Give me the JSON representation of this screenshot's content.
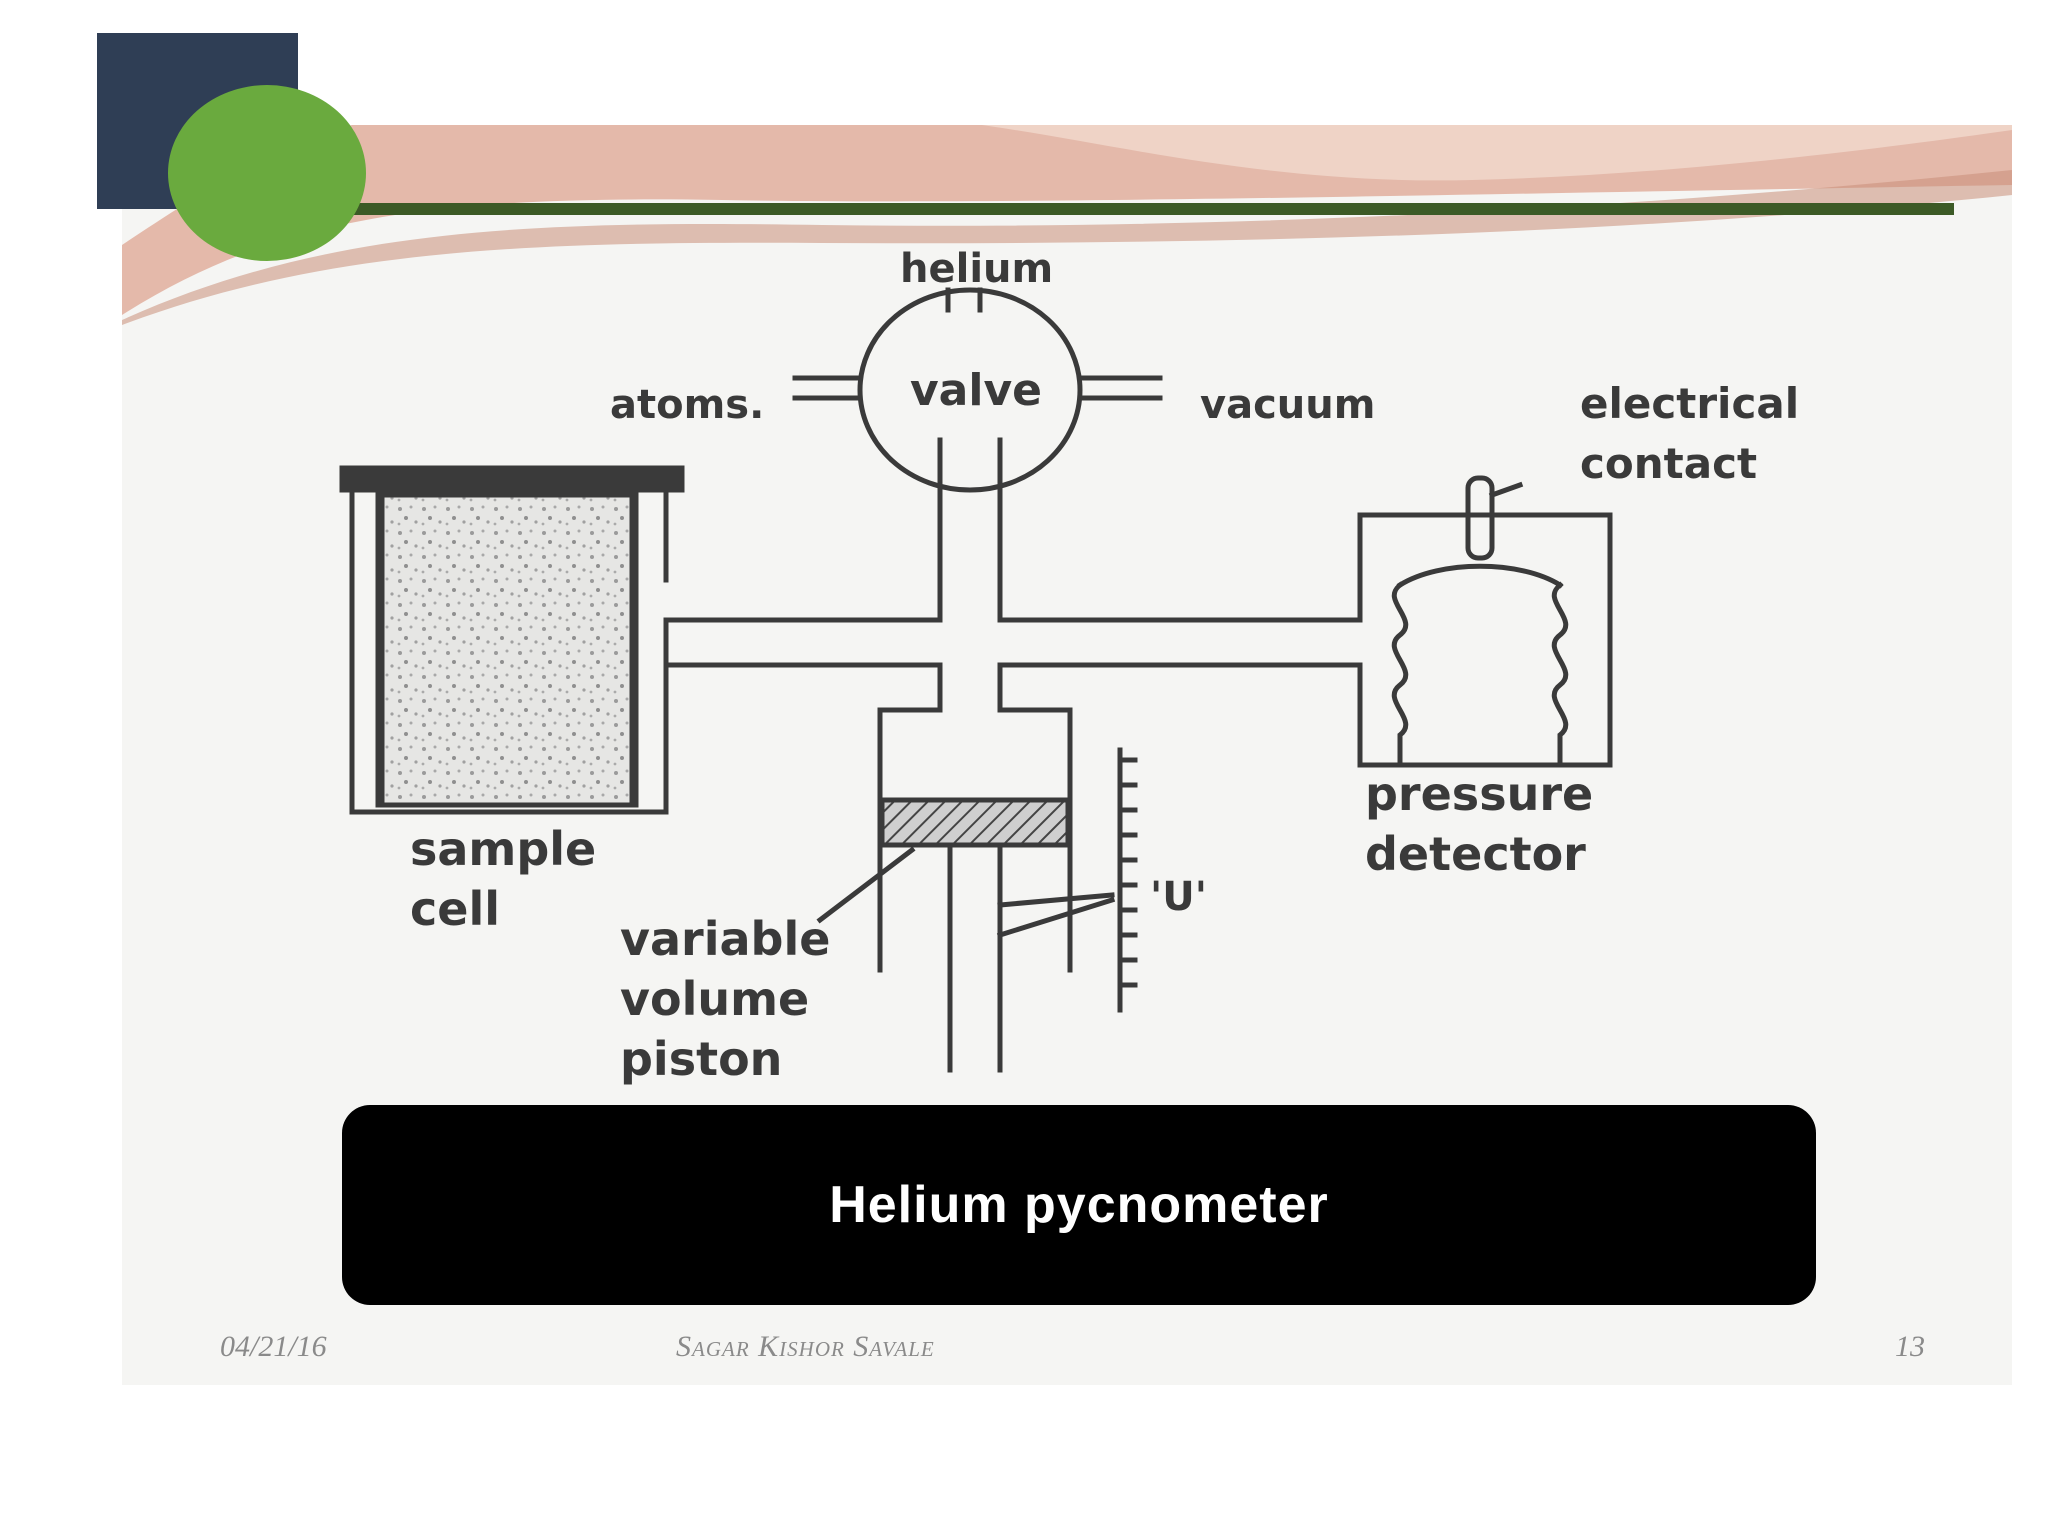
{
  "slide": {
    "date": "04/21/16",
    "author": "Sagar Kishor Savale",
    "page_number": "13"
  },
  "diagram": {
    "labels": {
      "helium": "helium",
      "valve": "valve",
      "atoms": "atoms.",
      "vacuum": "vacuum",
      "electrical": "electrical",
      "contact": "contact",
      "sample": "sample",
      "cell": "cell",
      "pressure": "pressure",
      "detector": "detector",
      "u_mark": "'U'",
      "variable": "variable",
      "volume": "volume",
      "piston": "piston"
    },
    "caption": "Helium pycnometer"
  },
  "colors": {
    "navy": "#2f3e55",
    "green": "#6aaa3e",
    "dark_green": "#3c5a26",
    "banner": "#d9a896"
  }
}
